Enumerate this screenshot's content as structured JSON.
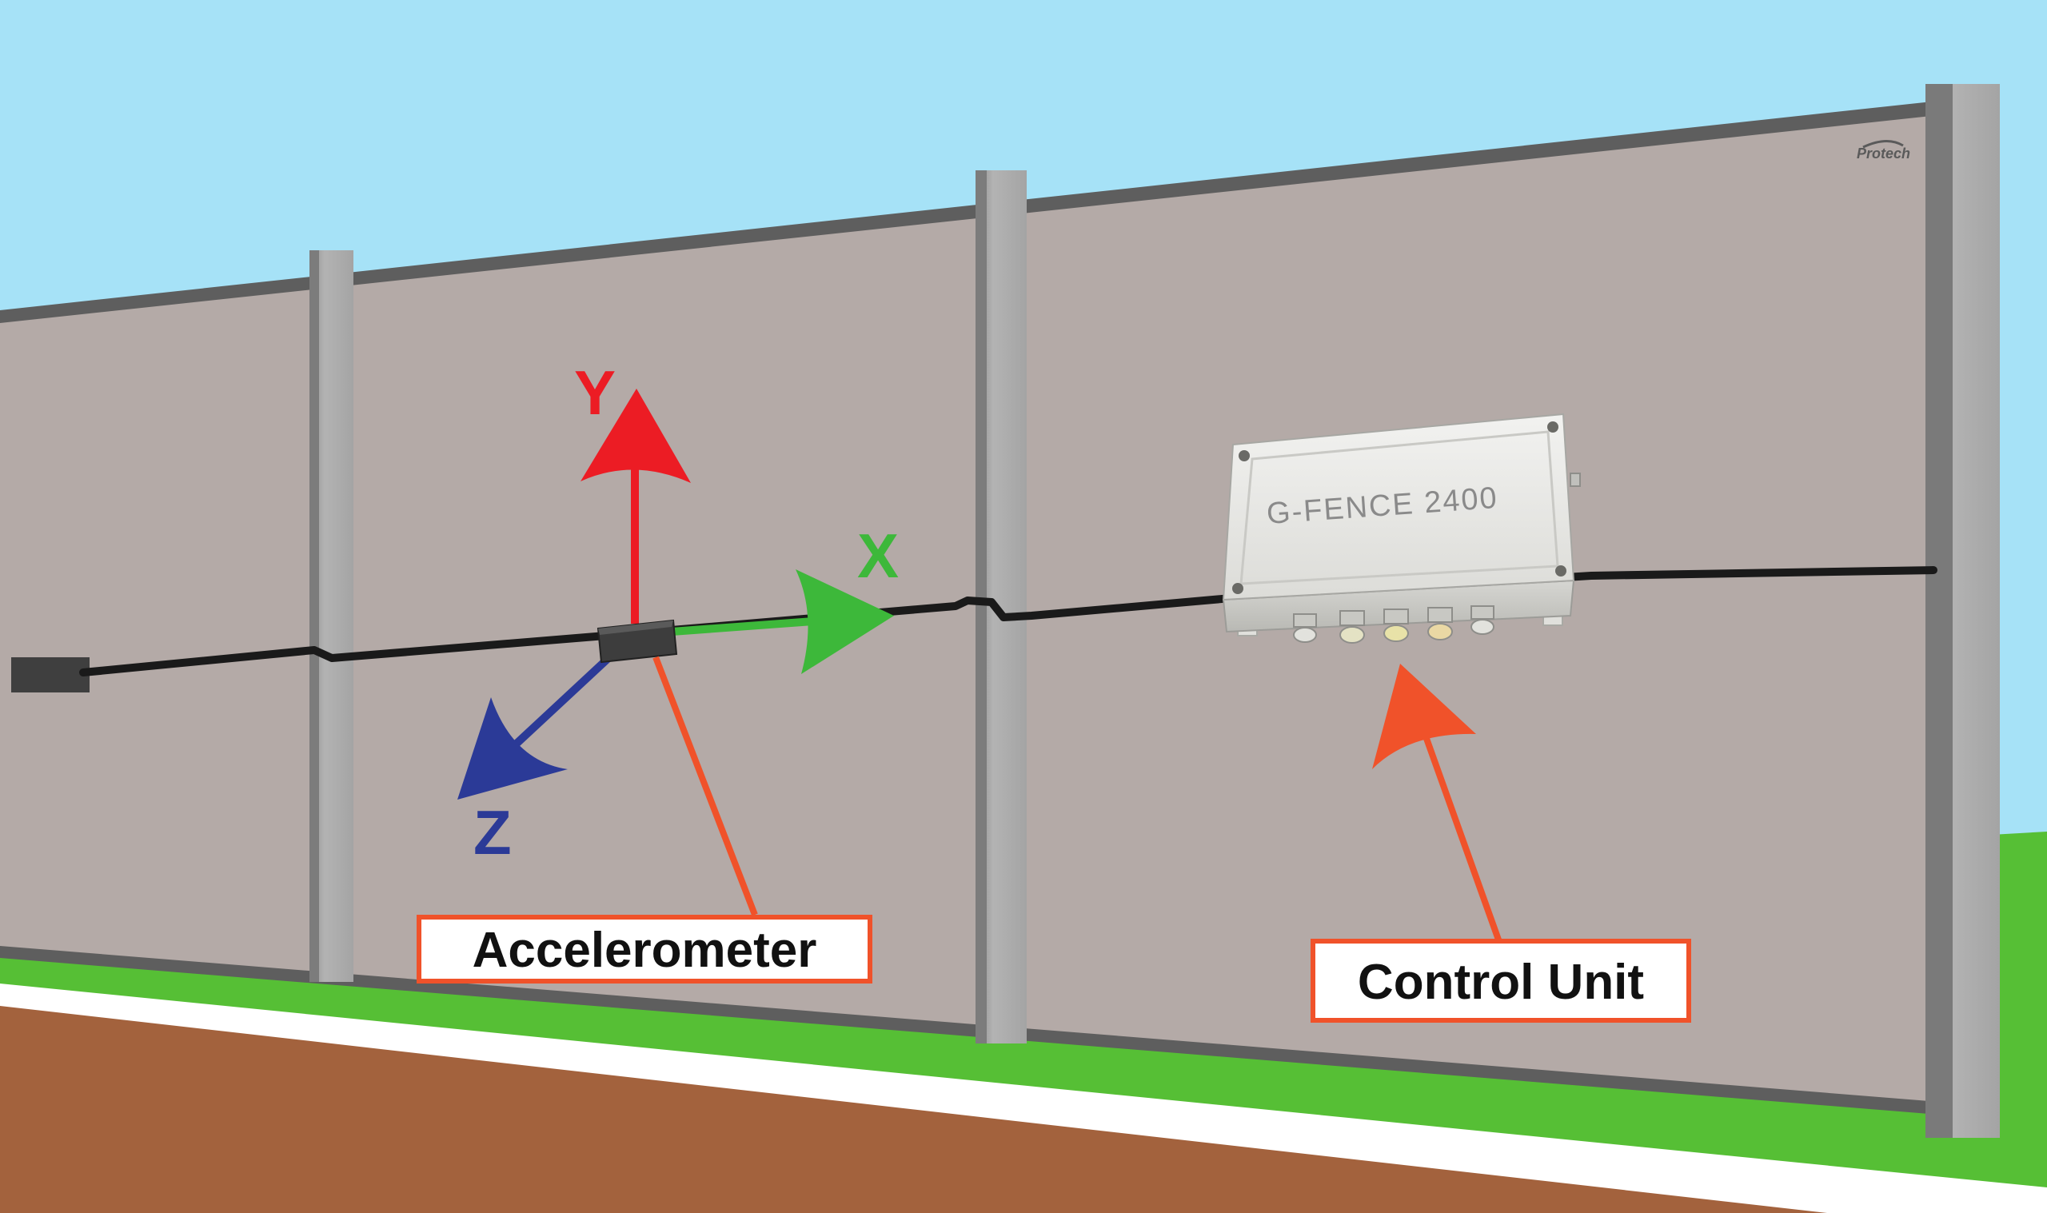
{
  "colors": {
    "sky": "#a6e2f7",
    "fence": "#b4aaa7",
    "post": "#a8a8a8",
    "grass": "#56bf35",
    "soil": "#a3623d",
    "cable": "#1a1a1a",
    "axis_x": "#3db83a",
    "axis_y": "#ec1c24",
    "axis_z": "#2b3a97",
    "callout": "#f0522a"
  },
  "axes": {
    "x_label": "X",
    "y_label": "Y",
    "z_label": "Z"
  },
  "labels": {
    "accelerometer": "Accelerometer",
    "control_unit": "Control Unit"
  },
  "device": {
    "model": "G-FENCE 2400",
    "gland_count": 5
  },
  "logo": {
    "text": "Protech"
  }
}
